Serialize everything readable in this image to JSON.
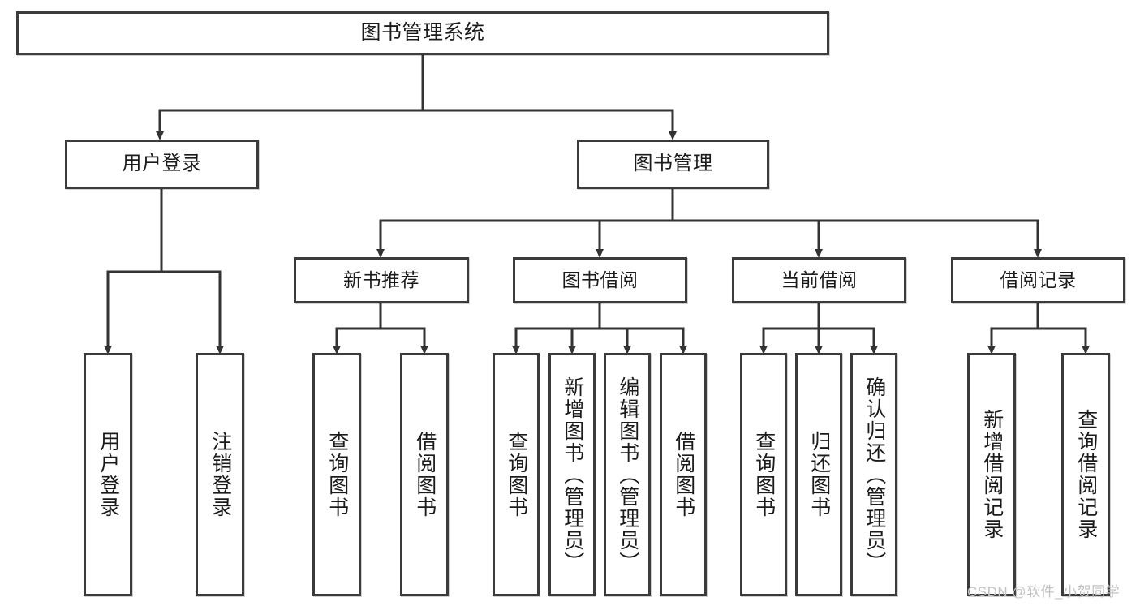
{
  "diagram": {
    "type": "tree-hierarchy-diagram",
    "title": "图书管理系统",
    "orientation": "top-down",
    "colors": {
      "box_border": "#3b3b3b",
      "box_fill": "#ffffff",
      "connector": "#333333",
      "text": "#1b1b1b",
      "watermark": "#c2c2c2",
      "background": "#ffffff"
    },
    "root": {
      "id": "root",
      "label": "图书管理系统"
    },
    "level1": [
      {
        "id": "user-login",
        "label": "用户登录"
      },
      {
        "id": "book-manage",
        "label": "图书管理"
      }
    ],
    "level2": [
      {
        "id": "new-book-recommend",
        "label": "新书推荐",
        "parent": "book-manage"
      },
      {
        "id": "book-borrow",
        "label": "图书借阅",
        "parent": "book-manage"
      },
      {
        "id": "current-borrow",
        "label": "当前借阅",
        "parent": "book-manage"
      },
      {
        "id": "borrow-record",
        "label": "借阅记录",
        "parent": "book-manage"
      }
    ],
    "leaves": [
      {
        "id": "leaf-user-login",
        "label": "用户登录",
        "parent": "user-login"
      },
      {
        "id": "leaf-logout-login",
        "label": "注销登录",
        "parent": "user-login"
      },
      {
        "id": "leaf-query-book-1",
        "label": "查询图书",
        "parent": "new-book-recommend"
      },
      {
        "id": "leaf-borrow-book-1",
        "label": "借阅图书",
        "parent": "new-book-recommend"
      },
      {
        "id": "leaf-query-book-2",
        "label": "查询图书",
        "parent": "book-borrow"
      },
      {
        "id": "leaf-add-book",
        "label": "新增图书（管理员）",
        "parent": "book-borrow"
      },
      {
        "id": "leaf-edit-book",
        "label": "编辑图书（管理员）",
        "parent": "book-borrow"
      },
      {
        "id": "leaf-borrow-book-2",
        "label": "借阅图书",
        "parent": "book-borrow"
      },
      {
        "id": "leaf-query-book-3",
        "label": "查询图书",
        "parent": "current-borrow"
      },
      {
        "id": "leaf-return-book",
        "label": "归还图书",
        "parent": "current-borrow"
      },
      {
        "id": "leaf-confirm-return",
        "label": "确认归还（管理员）",
        "parent": "current-borrow"
      },
      {
        "id": "leaf-add-record",
        "label": "新增借阅记录",
        "parent": "borrow-record"
      },
      {
        "id": "leaf-query-record",
        "label": "查询借阅记录",
        "parent": "borrow-record"
      }
    ]
  },
  "watermark": {
    "text": "CSDN @软件_小贺同学"
  }
}
